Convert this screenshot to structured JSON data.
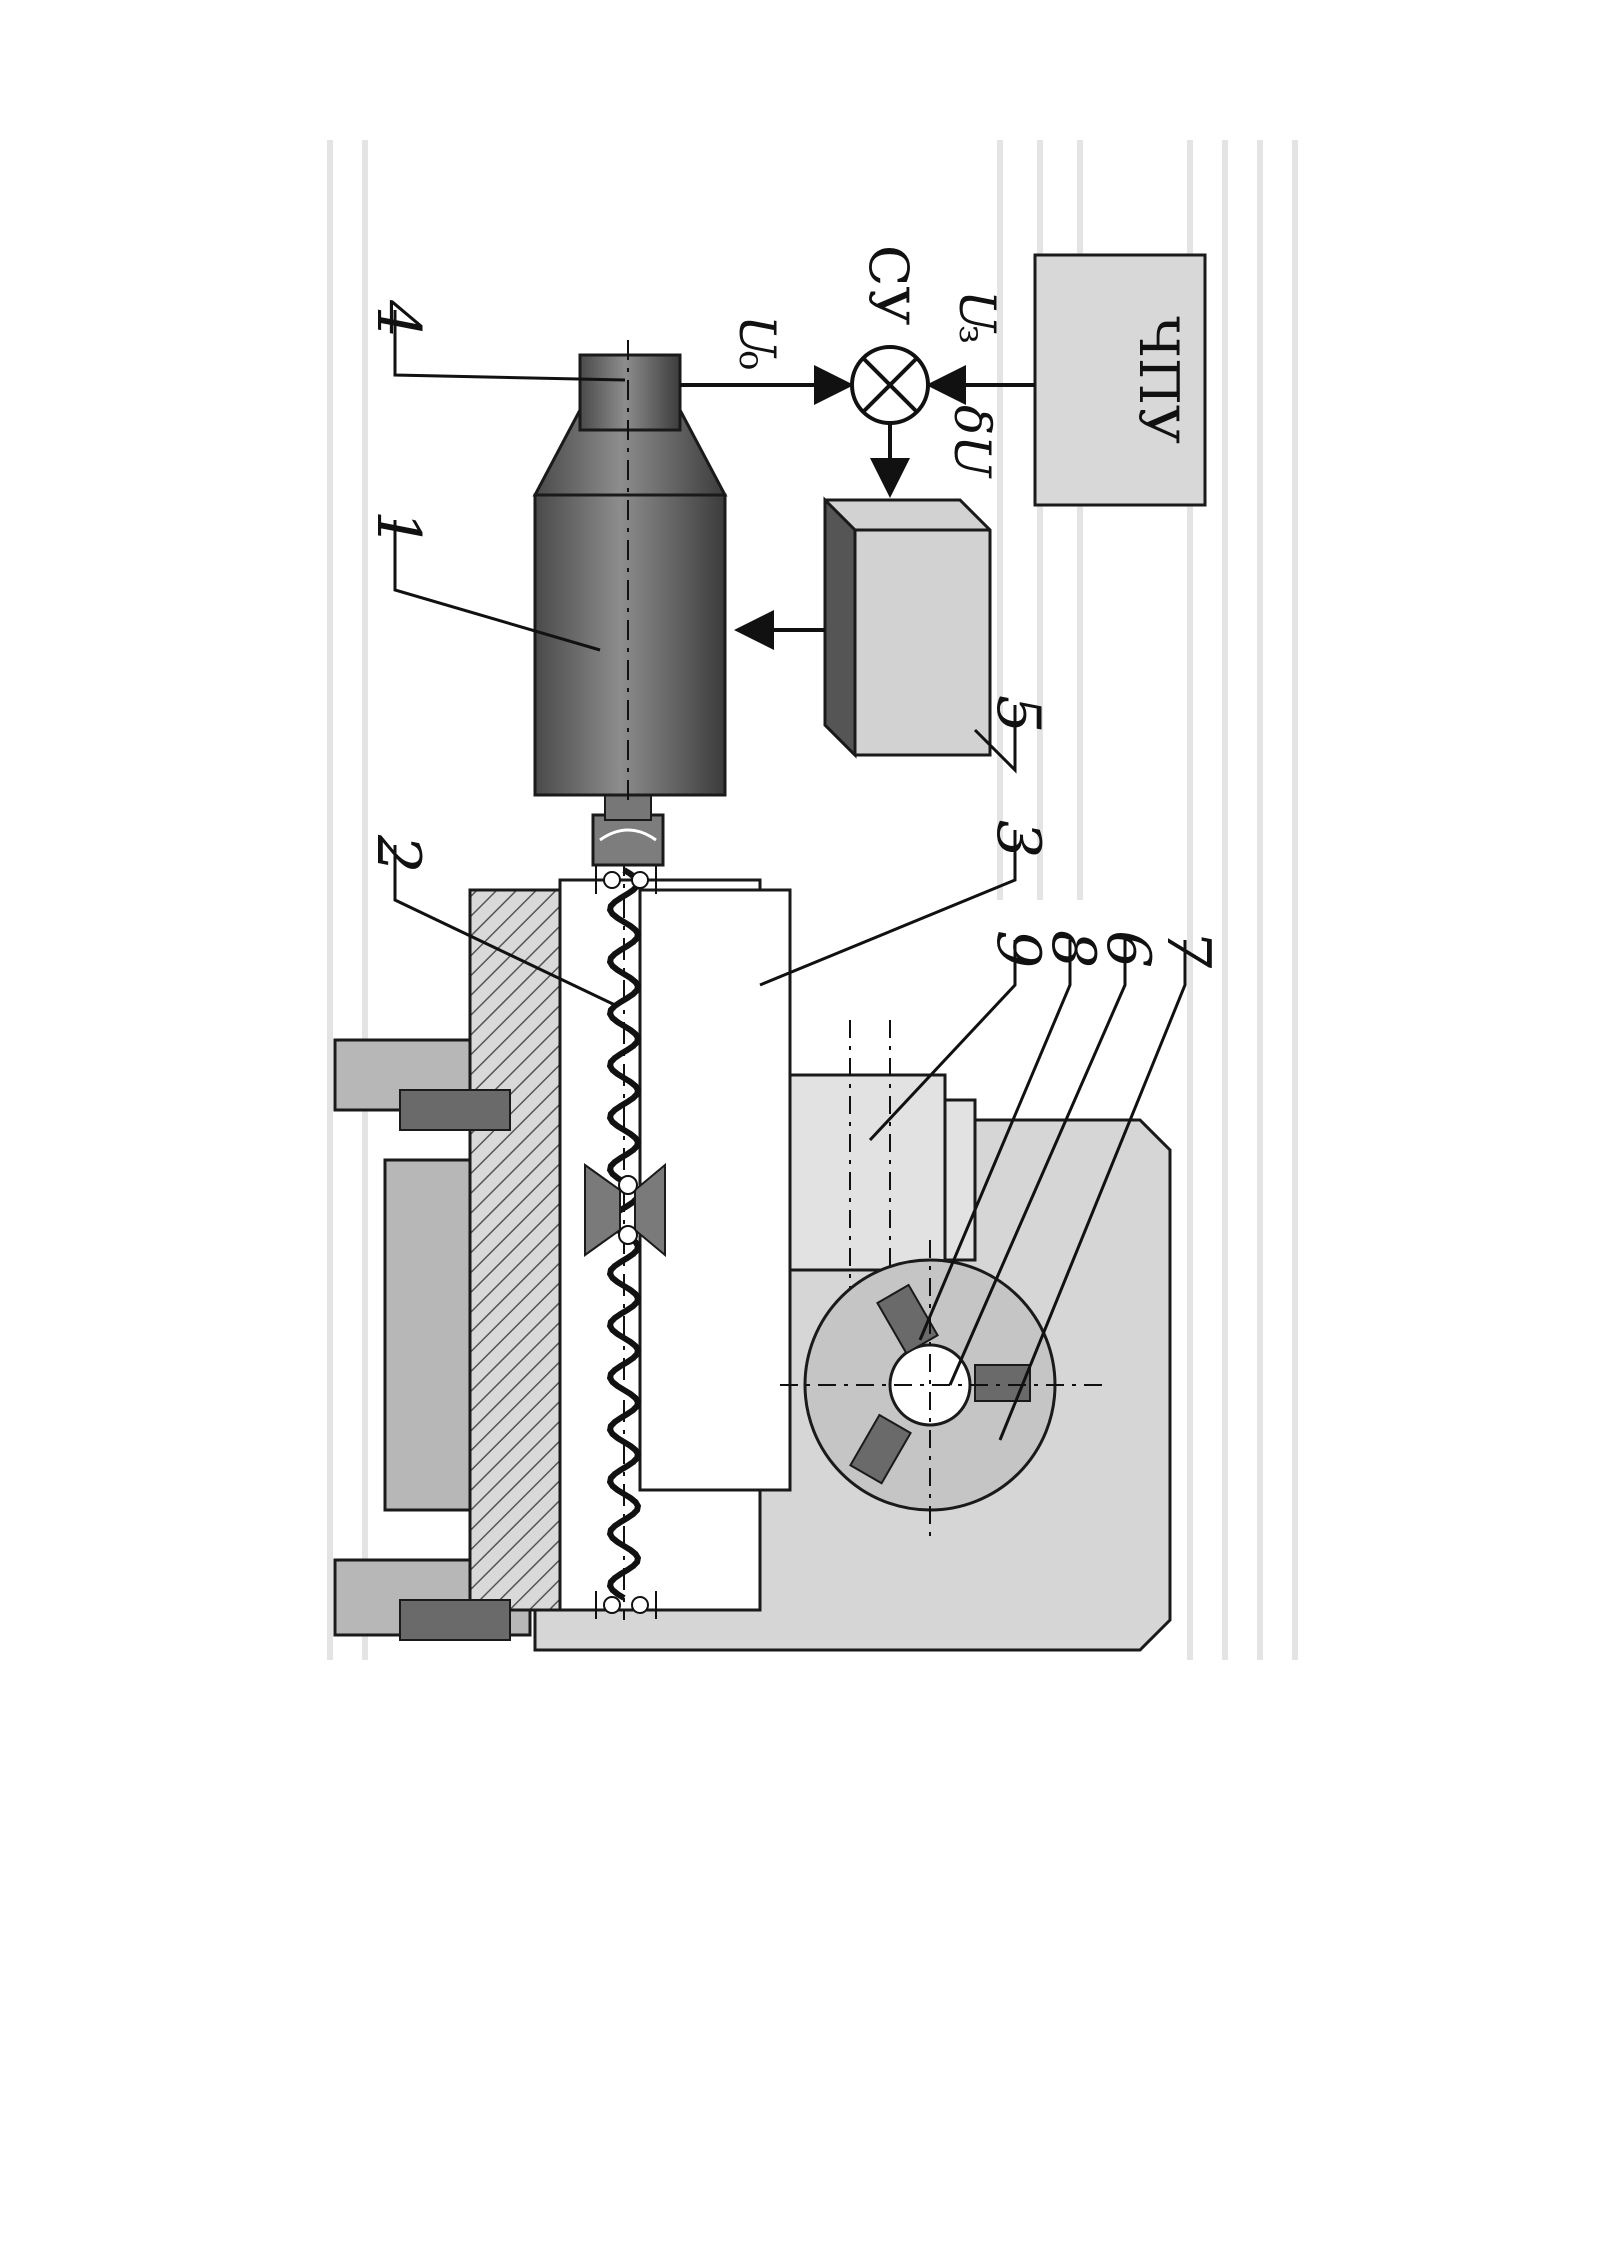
{
  "figure": {
    "labels": {
      "cnc": "ЧПУ",
      "comparator": "СУ",
      "u_feedback": "U",
      "u_feedback_sub": "о",
      "u_setpoint": "U",
      "u_setpoint_sub": "з",
      "delta_u": "δU"
    },
    "callouts": [
      "4",
      "1",
      "2",
      "5",
      "3",
      "9",
      "8",
      "6",
      "7"
    ]
  },
  "colors": {
    "background": "#ffffff",
    "line": "#1a1a1a",
    "body_fill": "#d4d4d4",
    "body_dark": "#5c5c5c",
    "hatch": "#4d4d4d",
    "bg_text_noise": "#c9c9c9"
  }
}
